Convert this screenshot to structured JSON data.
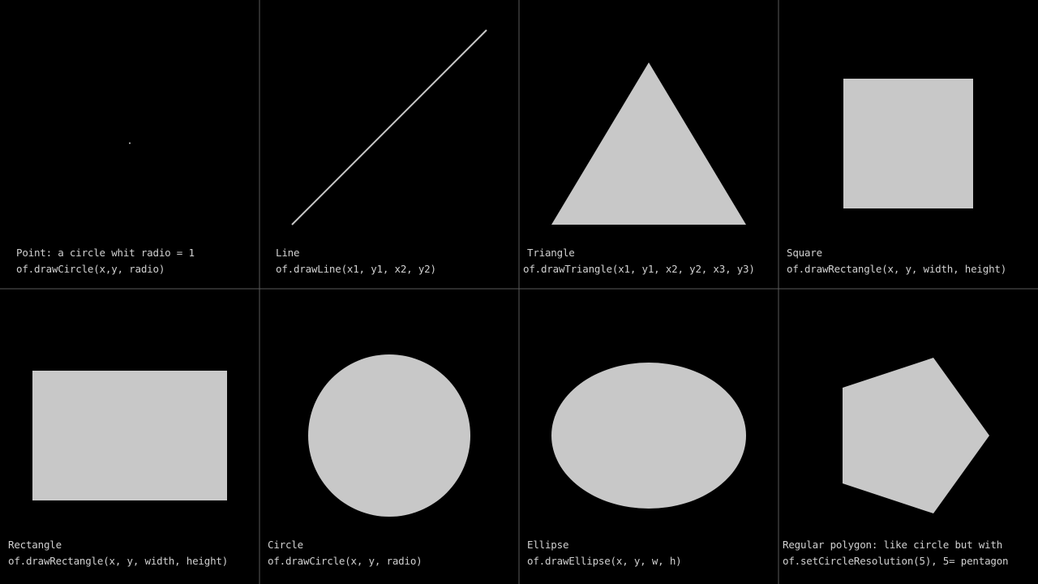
{
  "colors": {
    "background": "#000000",
    "shape_fill": "#c8c8c8",
    "grid_line": "#5a5a5a",
    "text": "#d0d0d0"
  },
  "panels": [
    {
      "id": "point",
      "title": "Point: a circle whit radio = 1",
      "code": "of.drawCircle(x,y, radio)"
    },
    {
      "id": "line",
      "title": "Line",
      "code": "of.drawLine(x1, y1, x2, y2)"
    },
    {
      "id": "triangle",
      "title": "Triangle",
      "code": "of.drawTriangle(x1, y1, x2, y2, x3, y3)"
    },
    {
      "id": "square",
      "title": "Square",
      "code": "of.drawRectangle(x, y, width, height)"
    },
    {
      "id": "rectangle",
      "title": "Rectangle",
      "code": "of.drawRectangle(x, y, width, height)"
    },
    {
      "id": "circle",
      "title": "Circle",
      "code": "of.drawCircle(x, y, radio)"
    },
    {
      "id": "ellipse",
      "title": "Ellipse",
      "code": "of.drawEllipse(x, y, w, h)"
    },
    {
      "id": "polygon",
      "title": "Regular polygon: like circle but with",
      "code": "of.setCircleResolution(5), 5= pentagon"
    }
  ]
}
